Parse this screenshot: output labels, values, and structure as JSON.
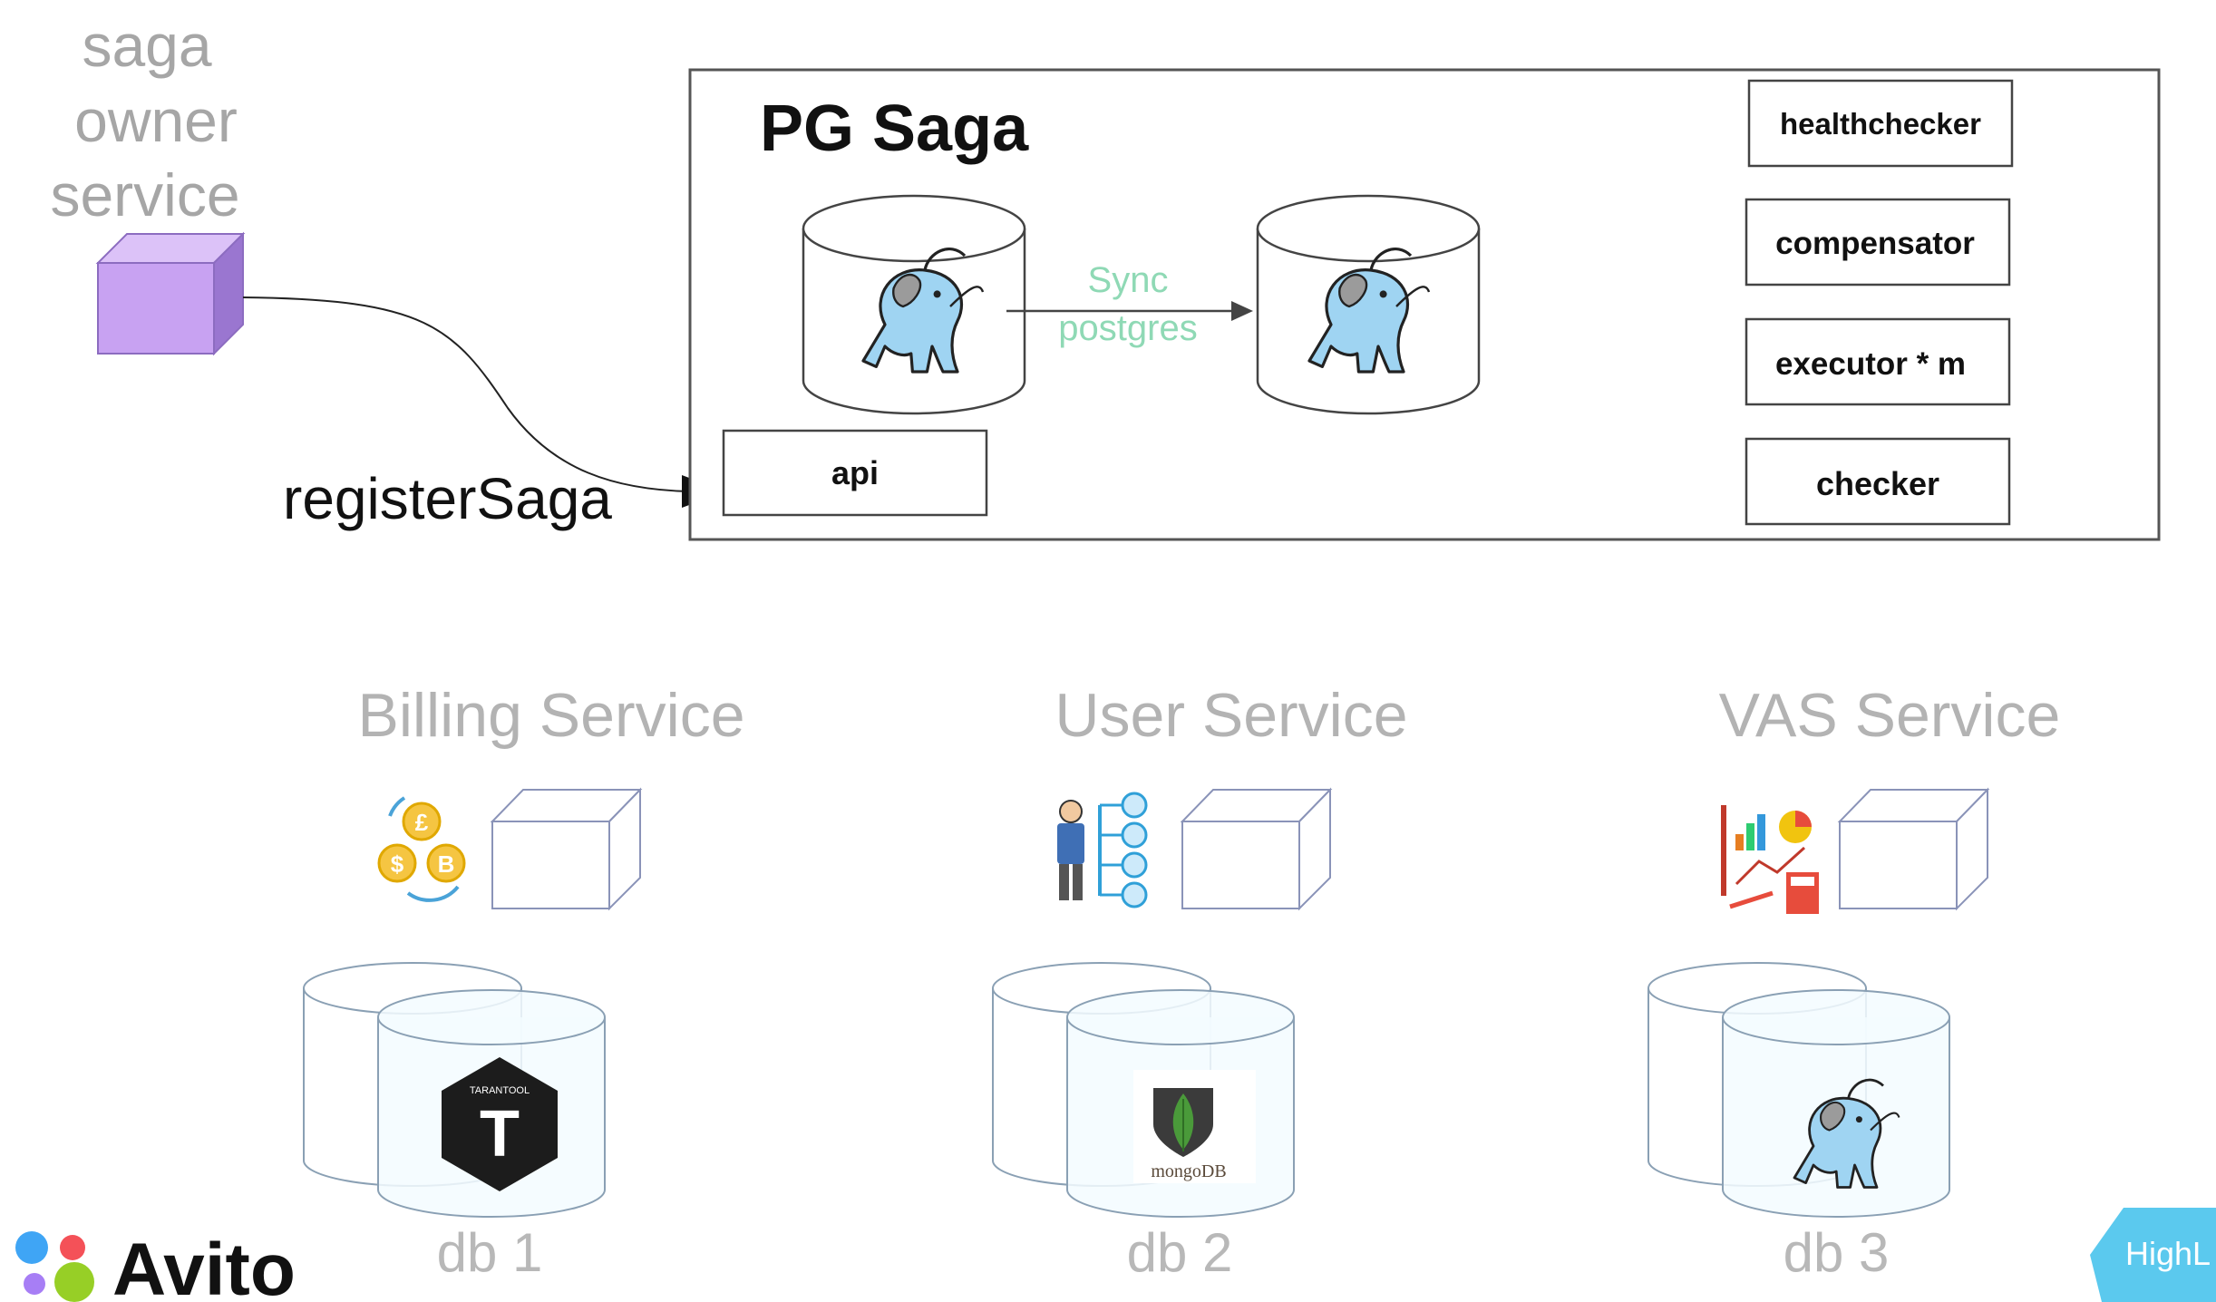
{
  "owner": {
    "line1": "saga",
    "line2": "owner",
    "line3": "service"
  },
  "arrow_label": "registerSaga",
  "pg_saga": {
    "title": "PG Saga",
    "sync_line1": "Sync",
    "sync_line2": "postgres",
    "api_label": "api",
    "components": [
      "healthchecker",
      "compensator",
      "executor * m",
      "checker"
    ]
  },
  "services": [
    {
      "name": "Billing Service",
      "db": "db 1",
      "logo_text": "TARANTOOL",
      "logo_letter": "T"
    },
    {
      "name": "User Service",
      "db": "db 2",
      "logo_text": "mongoDB"
    },
    {
      "name": "VAS Service",
      "db": "db 3"
    }
  ],
  "billing_coins": [
    "£",
    "$",
    "B"
  ],
  "brand": {
    "name": "Avito",
    "conference": "HighL"
  },
  "colors": {
    "owner_box": "#c8a2f2",
    "elephant": "#9fd4f2",
    "sync_text": "#8fd9b5",
    "tarantool": "#1c1c1c",
    "mongo_leaf": "#4a9a3a",
    "avito_dots": [
      "#3fa5f5",
      "#f45158",
      "#a77ef5",
      "#97cf26"
    ],
    "highload": "#5bc9ee"
  }
}
